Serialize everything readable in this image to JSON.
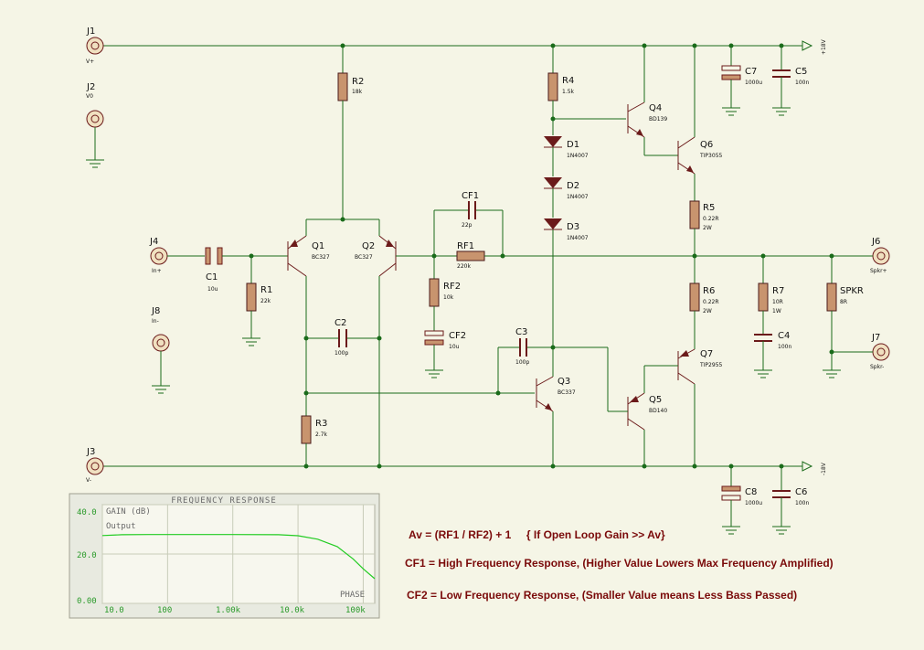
{
  "connectors": {
    "j1": {
      "name": "J1",
      "label": "V+"
    },
    "j2": {
      "name": "J2",
      "label": "V0"
    },
    "j3": {
      "name": "J3",
      "label": "V-"
    },
    "j4": {
      "name": "J4",
      "label": "In+"
    },
    "j8": {
      "name": "J8",
      "label": "In-"
    },
    "j6": {
      "name": "J6",
      "label": "Spkr+"
    },
    "j7": {
      "name": "J7",
      "label": "Spkr-"
    }
  },
  "rails": {
    "pos": "+18V",
    "neg": "-18V"
  },
  "components": {
    "r1": {
      "name": "R1",
      "value": "22k"
    },
    "r2": {
      "name": "R2",
      "value": "18k"
    },
    "r3": {
      "name": "R3",
      "value": "2.7k"
    },
    "r4": {
      "name": "R4",
      "value": "1.5k"
    },
    "r5": {
      "name": "R5",
      "value": "0.22R",
      "rating": "2W"
    },
    "r6": {
      "name": "R6",
      "value": "0.22R",
      "rating": "2W"
    },
    "r7": {
      "name": "R7",
      "value": "10R",
      "rating": "1W"
    },
    "rf1": {
      "name": "RF1",
      "value": "220k"
    },
    "rf2": {
      "name": "RF2",
      "value": "10k"
    },
    "spkr": {
      "name": "SPKR",
      "value": "8R"
    },
    "c1": {
      "name": "C1",
      "value": "10u"
    },
    "c2": {
      "name": "C2",
      "value": "100p"
    },
    "c3": {
      "name": "C3",
      "value": "100p"
    },
    "c4": {
      "name": "C4",
      "value": "100n"
    },
    "c5": {
      "name": "C5",
      "value": "100n"
    },
    "c6": {
      "name": "C6",
      "value": "100n"
    },
    "c7": {
      "name": "C7",
      "value": "1000u"
    },
    "c8": {
      "name": "C8",
      "value": "1000u"
    },
    "cf1": {
      "name": "CF1",
      "value": "22p"
    },
    "cf2": {
      "name": "CF2",
      "value": "10u"
    },
    "d1": {
      "name": "D1",
      "value": "1N4007"
    },
    "d2": {
      "name": "D2",
      "value": "1N4007"
    },
    "d3": {
      "name": "D3",
      "value": "1N4007"
    },
    "q1": {
      "name": "Q1",
      "value": "BC327"
    },
    "q2": {
      "name": "Q2",
      "value": "BC327"
    },
    "q3": {
      "name": "Q3",
      "value": "BC337"
    },
    "q4": {
      "name": "Q4",
      "value": "BD139"
    },
    "q5": {
      "name": "Q5",
      "value": "BD140"
    },
    "q6": {
      "name": "Q6",
      "value": "TIP3055"
    },
    "q7": {
      "name": "Q7",
      "value": "TIP2955"
    }
  },
  "graph": {
    "title": "FREQUENCY RESPONSE",
    "y_label": "GAIN (dB)",
    "series_label": "Output",
    "phase_label": "PHASE",
    "y_ticks": [
      "40.0",
      "20.0",
      "0.00"
    ],
    "x_ticks": [
      "10.0",
      "100",
      "1.00k",
      "10.0k",
      "100k"
    ],
    "series_color": "#22cc22"
  },
  "chart_data": {
    "type": "line",
    "title": "FREQUENCY RESPONSE",
    "xlabel": "",
    "ylabel": "GAIN (dB)",
    "x_scale": "log",
    "ylim": [
      0,
      40
    ],
    "xlim": [
      10,
      150000
    ],
    "series": [
      {
        "name": "Output",
        "x": [
          10,
          20,
          50,
          100,
          1000,
          5000,
          10000,
          20000,
          40000,
          70000,
          100000,
          150000
        ],
        "y": [
          27.5,
          27.8,
          27.9,
          27.9,
          27.9,
          27.8,
          27.4,
          26,
          23,
          18,
          14,
          10
        ]
      }
    ]
  },
  "notes": {
    "line1": "Av = (RF1 / RF2) + 1     { If Open Loop Gain >> Av}",
    "line2": "CF1 = High Frequency Response, (Higher Value Lowers Max Frequency Amplified)",
    "line3": "CF2 = Low Frequency Response, (Smaller Value means Less Bass Passed)"
  }
}
